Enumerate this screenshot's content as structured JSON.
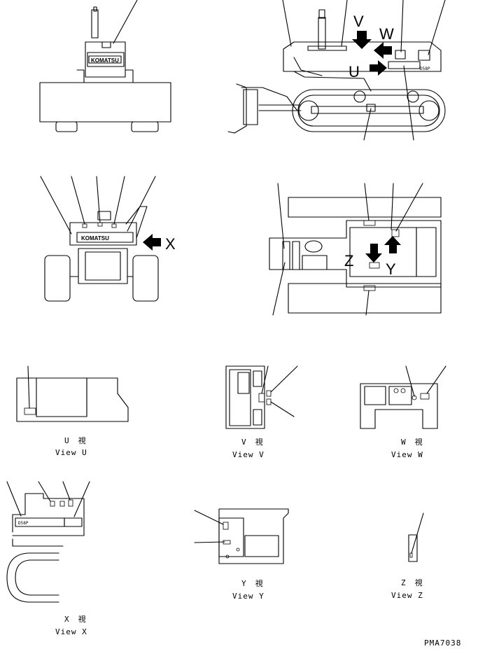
{
  "brand_logo": "KOMATSU",
  "plate_text": "D58P",
  "drawing_code": "PMA7038",
  "view_arrows": {
    "v": "V",
    "w": "W",
    "u": "U",
    "x": "X",
    "y": "Y",
    "z": "Z"
  },
  "views": {
    "u": {
      "jp": "U　視",
      "en": "View U"
    },
    "v": {
      "jp": "V　視",
      "en": "View V"
    },
    "w": {
      "jp": "W　視",
      "en": "View W"
    },
    "x": {
      "jp": "X　視",
      "en": "View X"
    },
    "y": {
      "jp": "Y　視",
      "en": "View Y"
    },
    "z": {
      "jp": "Z　視",
      "en": "View Z"
    }
  }
}
